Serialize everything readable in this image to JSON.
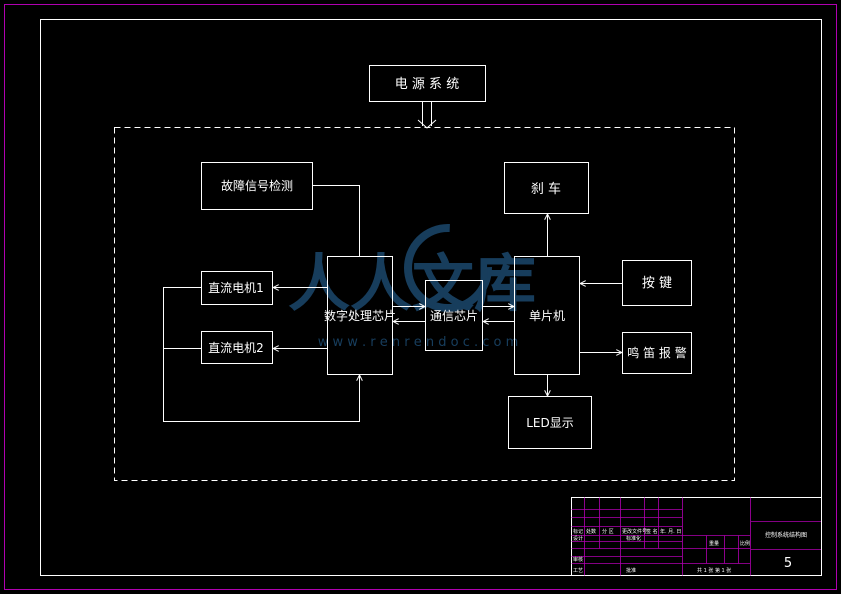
{
  "diagram": {
    "blocks": {
      "power": "电 源 系 统",
      "fault_detect": "故障信号检测",
      "brake": "刹 车",
      "dc_motor_1": "直流电机1",
      "dc_motor_2": "直流电机2",
      "dsp": "数字处理芯片",
      "comm_chip": "通信芯片",
      "mcu": "单片机",
      "keypad": "按 键",
      "buzzer": "鸣 笛 报 警",
      "led": "LED显示"
    }
  },
  "watermark": {
    "brand": "人人文库",
    "url": "w w w . r e n r e n d o c . c o m"
  },
  "title_block": {
    "drawing_title": "控制系统结构图",
    "sheet_number": "5",
    "cells": {
      "c1": "标记",
      "c2": "处数",
      "c3": "分 区",
      "c4": "更改文件号",
      "c5": "签 名",
      "c6": "年. 月. 日",
      "c7": "设计",
      "c8": "标准化",
      "c9": "审核",
      "c10": "工艺",
      "c11": "批准",
      "c12": "重量",
      "c13": "比例",
      "c14": "共 1 张 第 1 张"
    }
  },
  "colors": {
    "background": "#000000",
    "frame": "#ffffff",
    "outer_border": "#b000b0",
    "title_grid": "#b000b0",
    "watermark": "#2a6fa8"
  }
}
